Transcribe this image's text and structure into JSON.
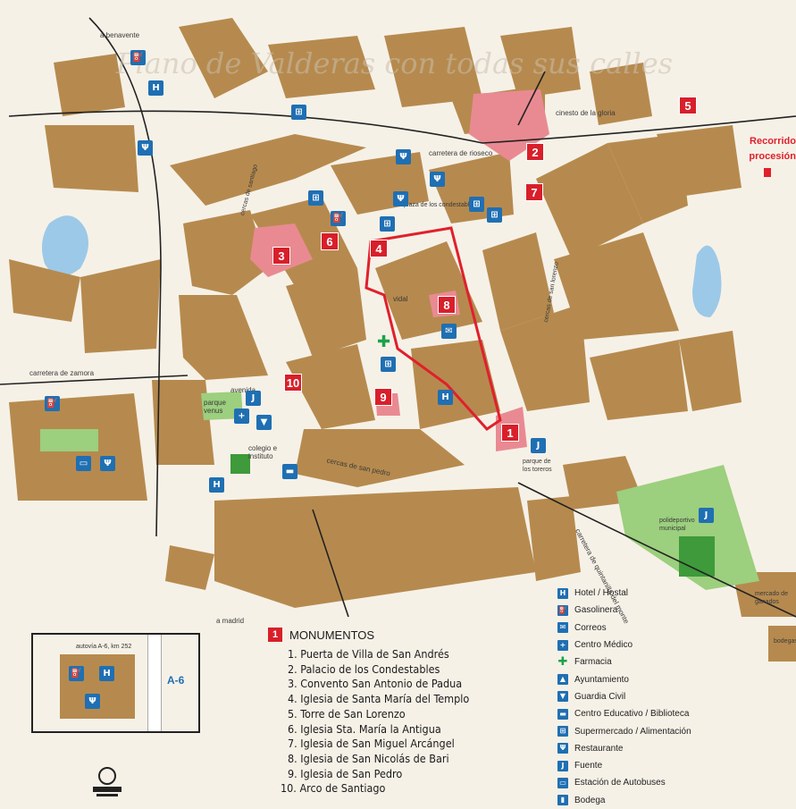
{
  "map": {
    "watermark_title": "Plano de Valderas con todas sus calles",
    "street_labels": [
      {
        "id": "s-benavente",
        "text": "a benavente"
      },
      {
        "id": "s-gloria",
        "text": "cinesto de la gloria"
      },
      {
        "id": "s-rioseco",
        "text": "carretera de rioseco"
      },
      {
        "id": "s-zamora",
        "text": "carretera de zamora"
      },
      {
        "id": "s-madrid",
        "text": "a madrid"
      },
      {
        "id": "s-sanpedro",
        "text": "cercas de san pedro"
      },
      {
        "id": "s-quintanilla",
        "text": "carretera de quintanilla del monte"
      },
      {
        "id": "s-avenida",
        "text": "avenida"
      },
      {
        "id": "s-vidal",
        "text": "vidal"
      },
      {
        "id": "s-plaza",
        "text": "plaza de los condestables"
      },
      {
        "id": "s-santiago",
        "text": "cercas de santiago"
      },
      {
        "id": "s-sanlorenzo",
        "text": "cercas de san lorenzo"
      }
    ],
    "area_labels": [
      {
        "id": "a-parque-venus",
        "text": "parque venus"
      },
      {
        "id": "a-colegio",
        "text": "colegio e instituto"
      },
      {
        "id": "a-parque-toreros",
        "text": "parque de los toreros"
      },
      {
        "id": "a-polideportivo",
        "text": "polideportivo municipal"
      },
      {
        "id": "a-mercado",
        "text": "mercado de ganados"
      },
      {
        "id": "a-bodegas",
        "text": "bodegas"
      }
    ],
    "monument_markers": [
      "1",
      "2",
      "3",
      "4",
      "5",
      "6",
      "7",
      "8",
      "9",
      "10"
    ],
    "route_label": "Recorrido procesión"
  },
  "legend": {
    "monuments_title": "MONUMENTOS",
    "monuments_icon": "1",
    "monuments": [
      "1. Puerta de Villa de San Andrés",
      "2. Palacio de los Condestables",
      "3. Convento San Antonio de Padua",
      "4. Iglesia de Santa María del Templo",
      "5. Torre de San Lorenzo",
      "6. Iglesia Sta. María la Antigua",
      "7. Iglesia de San Miguel Arcángel",
      "8. Iglesia de San Nicolás de Bari",
      "9. Iglesia de San Pedro",
      "10. Arco de Santiago"
    ],
    "services": [
      {
        "icon": "hotel-icon",
        "glyph": "H",
        "label": "Hotel / Hostal"
      },
      {
        "icon": "gas-station-icon",
        "glyph": "⛽",
        "label": "Gasolinera"
      },
      {
        "icon": "post-office-icon",
        "glyph": "✉",
        "label": "Correos"
      },
      {
        "icon": "medical-center-icon",
        "glyph": "+",
        "label": "Centro Médico"
      },
      {
        "icon": "pharmacy-icon",
        "glyph": "✚",
        "label": "Farmacia"
      },
      {
        "icon": "town-hall-icon",
        "glyph": "▲",
        "label": "Ayuntamiento"
      },
      {
        "icon": "civil-guard-icon",
        "glyph": "▼",
        "label": "Guardia Civil"
      },
      {
        "icon": "school-library-icon",
        "glyph": "▬",
        "label": "Centro Educativo / Biblioteca"
      },
      {
        "icon": "supermarket-icon",
        "glyph": "⊞",
        "label": "Supermercado / Alimentación"
      },
      {
        "icon": "restaurant-icon",
        "glyph": "Ψ",
        "label": "Restaurante"
      },
      {
        "icon": "fountain-icon",
        "glyph": "J",
        "label": "Fuente"
      },
      {
        "icon": "bus-station-icon",
        "glyph": "▭",
        "label": "Estación de Autobuses"
      },
      {
        "icon": "winery-icon",
        "glyph": "▮",
        "label": "Bodega"
      }
    ]
  },
  "inset": {
    "caption": "autovía A-6, km 252",
    "road_label": "A-6"
  },
  "colors": {
    "block": "#b68a4e",
    "park": "#9ccf7e",
    "water": "#9cc9e8",
    "monument": "#d81f2a",
    "monument_area": "#e98a92",
    "route": "#e0202c",
    "service_icon": "#1f6fb3"
  }
}
